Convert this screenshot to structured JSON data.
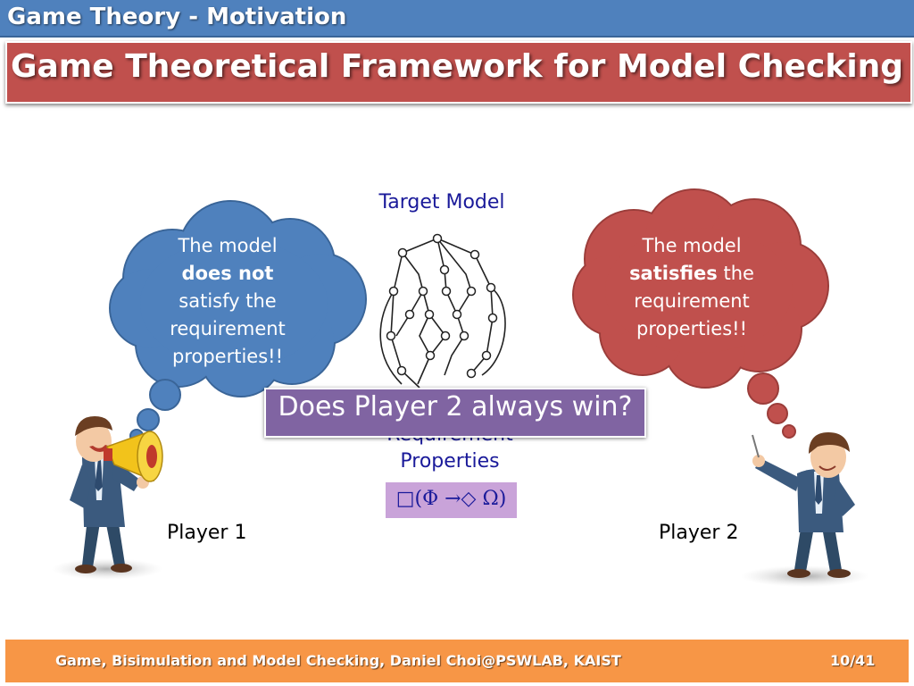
{
  "header": {
    "section": "Game Theory - Motivation",
    "title": "Game Theoretical Framework for Model Checking"
  },
  "cloud_left": {
    "line1": "The model",
    "emph": "does not",
    "line3": "satisfy the",
    "line4": "requirement",
    "line5": "properties!!"
  },
  "cloud_right": {
    "line1": "The model",
    "emph": "satisfies",
    "emph_rest": " the",
    "line3": "requirement",
    "line4": "properties!!"
  },
  "diagram": {
    "target_model_label": "Target Model",
    "requirement_label_line1": "Requirement",
    "requirement_label_line2": "Properties",
    "formula": "□(Φ →◇ Ω)"
  },
  "question": "Does Player 2 always win?",
  "players": {
    "player1": "Player 1",
    "player2": "Player 2"
  },
  "footer": {
    "text": "Game, Bisimulation and Model Checking, Daniel Choi@PSWLAB, KAIST",
    "page": "10/41"
  },
  "colors": {
    "section_bar": "#4f81bd",
    "title_bar": "#c0504d",
    "cloud_left": "#4f81bd",
    "cloud_right": "#c0504d",
    "question_box": "#8064a2",
    "formula_box": "#c9a3d9",
    "footer_bar": "#f79646"
  }
}
